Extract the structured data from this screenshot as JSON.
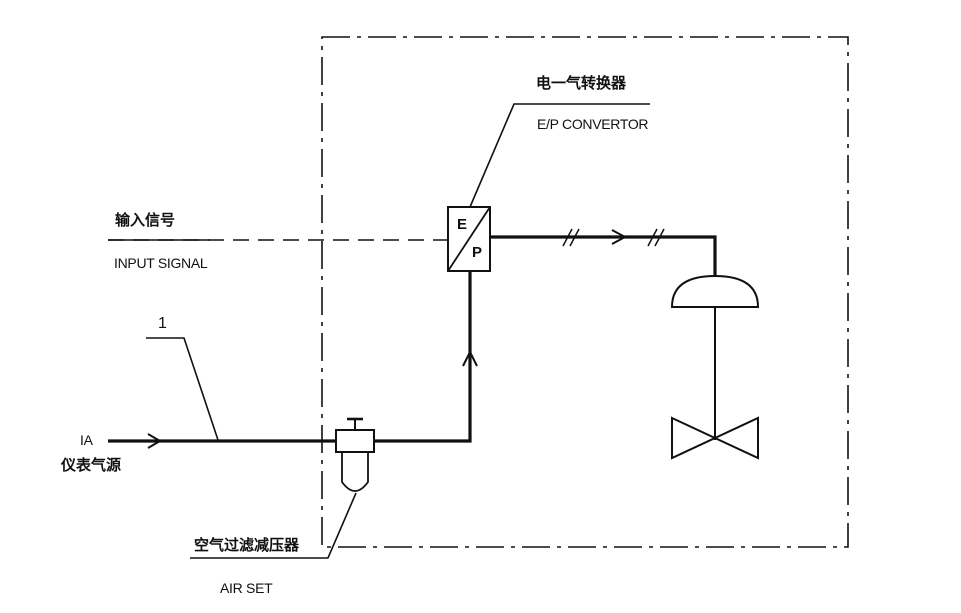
{
  "diagram": {
    "line_color": "#111111",
    "ep_convertor": {
      "label_cn": "电一气转换器",
      "label_en": "E/P CONVERTOR",
      "letter_e": "E",
      "letter_p": "P"
    },
    "input_signal": {
      "label_cn": "输入信号",
      "label_en": "INPUT SIGNAL"
    },
    "supply_line": {
      "number": "1"
    },
    "air_supply": {
      "label_en": "IA",
      "label_cn": "仪表气源"
    },
    "air_set": {
      "label_cn": "空气过滤减压器",
      "label_en": "AIR SET"
    }
  }
}
